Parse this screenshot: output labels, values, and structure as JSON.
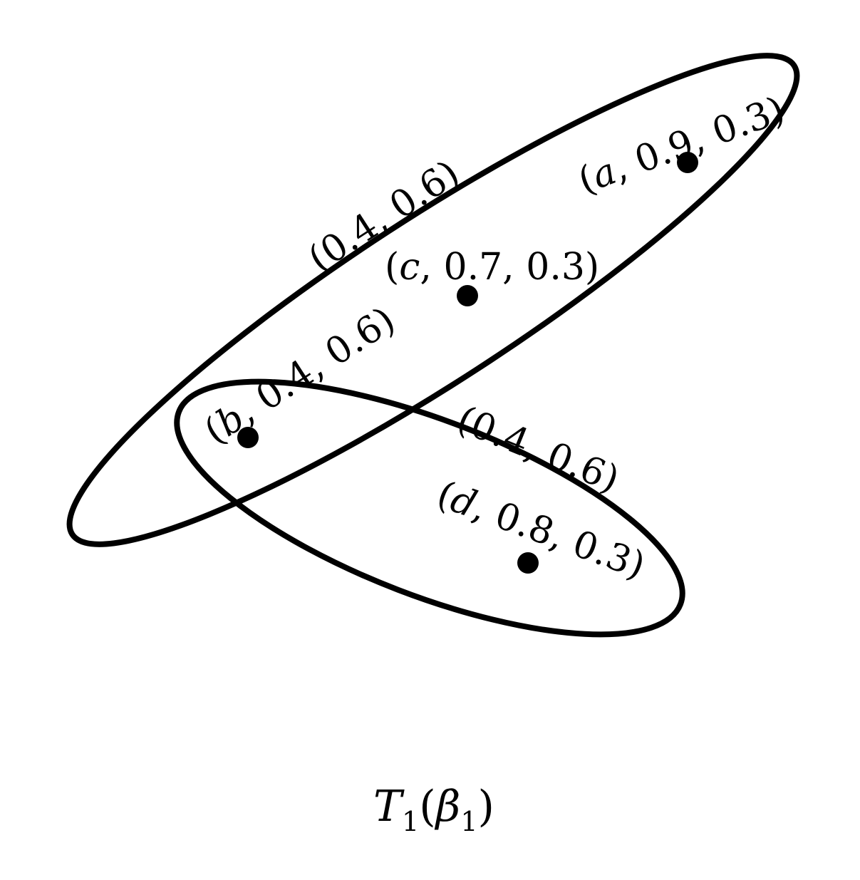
{
  "diagram": {
    "edges": [
      {
        "id": "e1",
        "label": "(0.4, 0.6)",
        "members": [
          "a",
          "c",
          "b"
        ]
      },
      {
        "id": "e2",
        "label": "(0.4, 0.6)",
        "members": [
          "b",
          "d"
        ]
      }
    ],
    "vertices": [
      {
        "id": "a",
        "name": "a",
        "values": ", 0.9, 0.3)"
      },
      {
        "id": "c",
        "name": "c",
        "values": ", 0.7, 0.3)"
      },
      {
        "id": "b",
        "name": "b",
        "values": ", 0.4, 0.6)"
      },
      {
        "id": "d",
        "name": "d",
        "values": ", 0.8, 0.3)"
      }
    ],
    "caption": {
      "base": "T",
      "sub1": "1",
      "open": "(",
      "greek": "β",
      "sub2": "1",
      "close": ")"
    },
    "colors": {
      "stroke": "#000000",
      "background": "#ffffff"
    }
  }
}
